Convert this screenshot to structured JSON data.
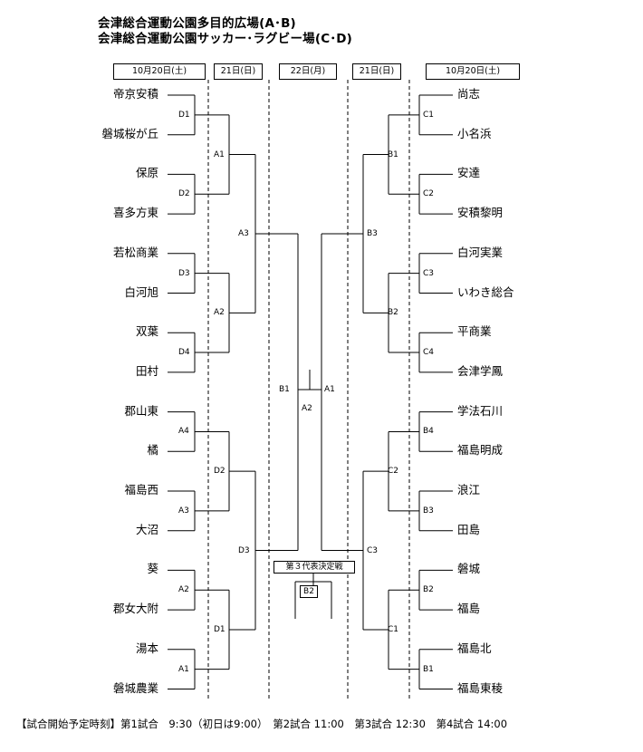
{
  "venues": [
    "会津総合運動公園多目的広場(A･B)",
    "会津総合運動公園サッカー･ラグビー場(C･D)"
  ],
  "headers": [
    "10月20日(土)",
    "21日(日)",
    "22日(月)",
    "21日(日)",
    "10月20日(土)"
  ],
  "left_teams": [
    "帝京安積",
    "磐城桜が丘",
    "保原",
    "喜多方東",
    "若松商業",
    "白河旭",
    "双葉",
    "田村",
    "郡山東",
    "橘",
    "福島西",
    "大沼",
    "葵",
    "郡女大附",
    "湯本",
    "磐城農業"
  ],
  "right_teams": [
    "尚志",
    "小名浜",
    "安達",
    "安積黎明",
    "白河実業",
    "いわき総合",
    "平商業",
    "会津学鳳",
    "学法石川",
    "福島明成",
    "浪江",
    "田島",
    "磐城",
    "福島",
    "福島北",
    "福島東稜"
  ],
  "left_r1_games": [
    "D1",
    "D2",
    "D3",
    "D4",
    "A4",
    "A3",
    "A2",
    "A1"
  ],
  "right_r1_games": [
    "C1",
    "C2",
    "C3",
    "C4",
    "B4",
    "B3",
    "B2",
    "B1"
  ],
  "left_r2_games": [
    "A1",
    "A2",
    "D2",
    "D1"
  ],
  "right_r2_games": [
    "B1",
    "B2",
    "C2",
    "C1"
  ],
  "left_r3_games": [
    "A3",
    "D3"
  ],
  "right_r3_games": [
    "B3",
    "C3"
  ],
  "final_games": [
    "B1",
    "A2",
    "A1"
  ],
  "third_place": {
    "label": "第３代表決定戦",
    "game": "B2"
  },
  "schedule": "【試合開始予定時刻】第1試合　9:30（初日は9:00）　第2試合 11:00　第3試合 12:30　第4試合 14:00"
}
